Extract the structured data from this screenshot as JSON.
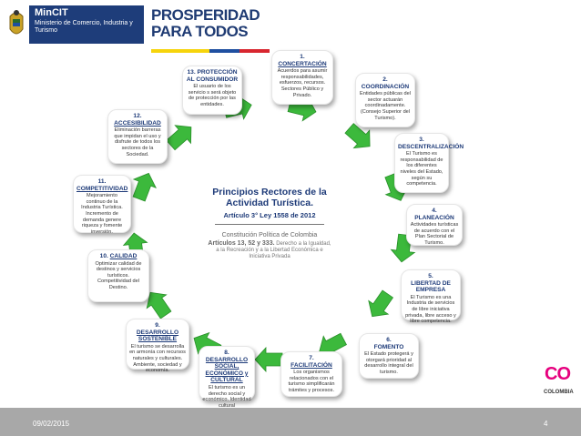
{
  "header": {
    "mincit_title": "MinCIT",
    "mincit_subtitle": "Ministerio de Comercio, Industria y Turismo",
    "prosperidad_line1": "PROSPERIDAD",
    "prosperidad_line2": "PARA TODOS"
  },
  "center": {
    "title": "Principios Rectores de la Actividad Turística.",
    "subtitle": "Artículo 3° Ley 1558 de 2012",
    "constitution": "Constitución Política de Colombia",
    "articles_lead": "Artículos 13, 52 y 333.",
    "articles_rest": "Derecho a la Igualdad, a la Recreación y a la Libertad Económica e Iniciativa Privada"
  },
  "principles": [
    {
      "num": "1.",
      "title": "CONCERTACIÓN",
      "text": "Acuerdos para asumir responsabilidades, esfuerzos, recursos. Sectores Público y Privado."
    },
    {
      "num": "2.",
      "title": "COORDINACIÓN",
      "text": "Entidades públicas del sector actuarán coordinadamente. (Consejo Superior del Turismo)."
    },
    {
      "num": "3.",
      "title": "DESCENTRALIZACIÓN",
      "text": "El Turismo es responsabilidad de los diferentes niveles del Estado, según su competencia."
    },
    {
      "num": "4.",
      "title": "PLANEACIÓN",
      "text": "Actividades turísticas de acuerdo con el Plan Sectorial de Turismo."
    },
    {
      "num": "5.",
      "title": "LIBERTAD DE EMPRESA",
      "text": "El Turismo es una Industria de servicios de libre iniciativa privada, libre acceso y libre competencia."
    },
    {
      "num": "6.",
      "title": "FOMENTO",
      "text": "El Estado protegerá y otorgará prioridad al desarrollo integral del turismo."
    },
    {
      "num": "7.",
      "title": "FACILITACIÓN",
      "text": "Los organismos relacionados con el turismo simplificarán trámites y procesos."
    },
    {
      "num": "8.",
      "title": "DESARROLLO SOCIAL, ECONÓMICO y CULTURAL",
      "text": "El turismo es un derecho social y económico. Identidad cultural comunidades."
    },
    {
      "num": "9.",
      "title": "DESARROLLO SOSTENIBLE",
      "text": "El turismo se desarrolla en armonía con recursos naturales y culturales. Ambiente, sociedad y economía."
    },
    {
      "num": "10.",
      "title": "CALIDAD",
      "text": "Optimizar calidad de destinos y servicios turísticos. Competitividad del Destino."
    },
    {
      "num": "11.",
      "title": "COMPETITIVIDAD",
      "text": "Mejoramiento continuo de la Industria Turística. Incremento de demanda genere riqueza y fomente inversión."
    },
    {
      "num": "12.",
      "title": "ACCESIBILIDAD",
      "text": "Eliminación barreras que impidan el uso y disfrute de todos los sectores de la Sociedad."
    },
    {
      "num": "13.",
      "title": "PROTECCIÓN AL CONSUMIDOR",
      "text": "El usuario de los servicio s será objeto de protección por las entidades."
    }
  ],
  "footer": {
    "date": "09/02/2015",
    "page": "4"
  },
  "colombia_logo": {
    "letters": "CO",
    "name": "COLOMBIA"
  },
  "colors": {
    "navy": "#1d3a78",
    "arrow_green": "#3cb93c",
    "footer_gray": "#a8a8a8",
    "flag_yellow": "#f6d40c",
    "flag_blue": "#1f4fa0",
    "flag_red": "#d8262f"
  }
}
